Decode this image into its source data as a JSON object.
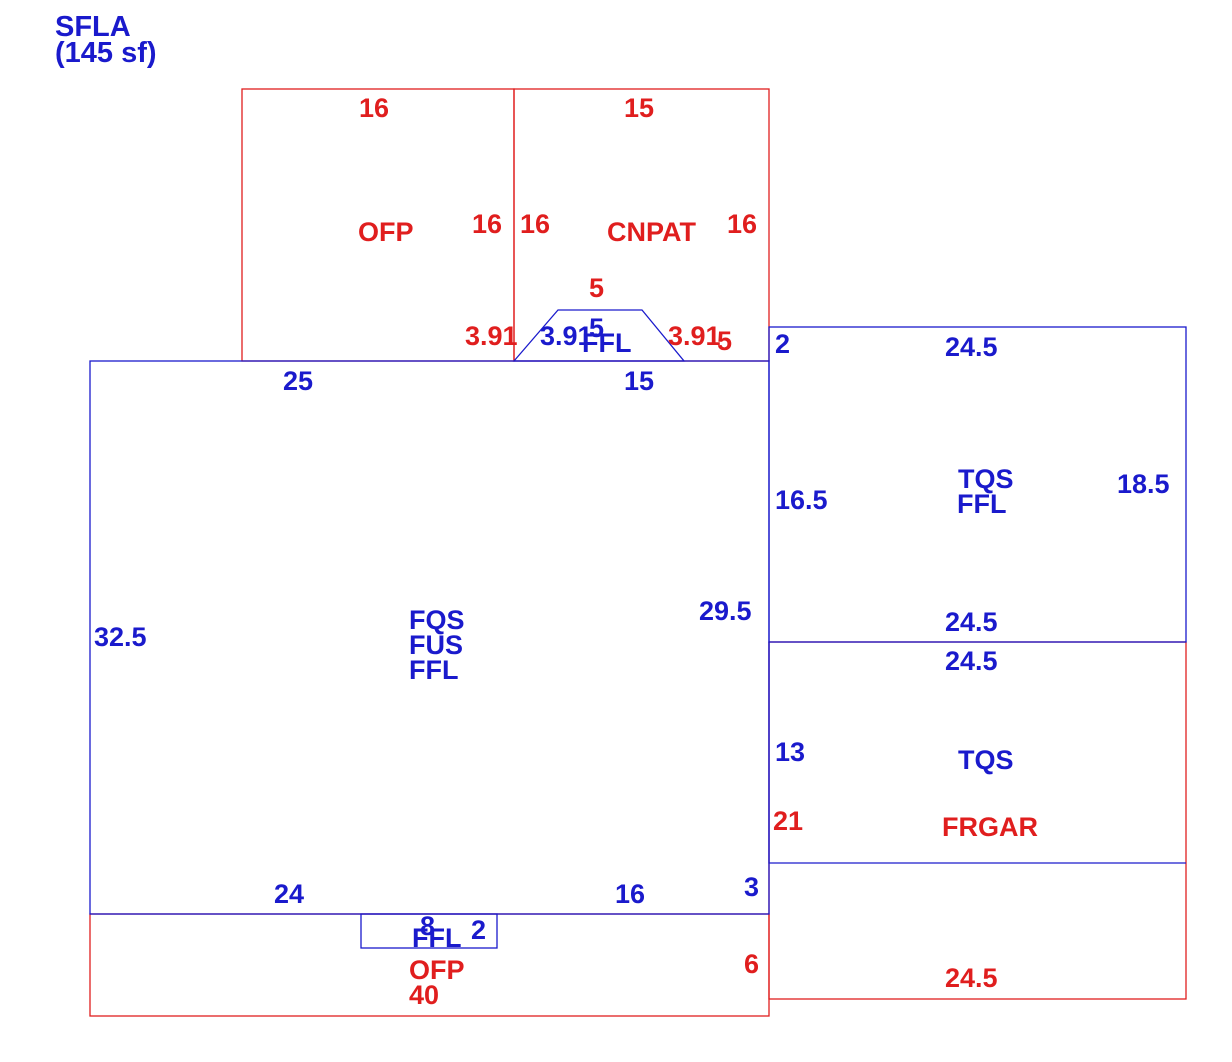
{
  "header": {
    "title": "SFLA",
    "area": "(145 sf)"
  },
  "colors": {
    "blue": "#1a1acc",
    "red": "#e01e1e"
  },
  "labels": {
    "ofp_top": {
      "code": "OFP",
      "top": "16",
      "side": "16"
    },
    "cnpat": {
      "code": "CNPAT",
      "top": "15",
      "left": "16",
      "right": "16",
      "step_top": "5",
      "diag_left": "3.91",
      "diag_right": "3.91",
      "step_right": "5"
    },
    "ffl_bay": {
      "code": "FFL",
      "diag": "3.91",
      "top": "5"
    },
    "main": {
      "codes": [
        "FQS",
        "FUS",
        "FFL"
      ],
      "top_left": "25",
      "top_right": "15",
      "left": "32.5",
      "right": "29.5",
      "bottom_left": "24",
      "bottom_right": "16"
    },
    "tqs_upper": {
      "codes": [
        "TQS",
        "FFL"
      ],
      "top": "24.5",
      "left": "16.5",
      "right": "18.5",
      "bottom": "24.5",
      "step": "2"
    },
    "tqs_lower": {
      "code": "TQS",
      "top": "24.5",
      "left": "13"
    },
    "frgar": {
      "code": "FRGAR",
      "left": "21",
      "bottom": "24.5",
      "step": "3",
      "lower_step": "6"
    },
    "ffl_stoop": {
      "code": "FFL",
      "width": "8",
      "depth": "2"
    },
    "ofp_bottom": {
      "code": "OFP",
      "width": "40"
    }
  }
}
